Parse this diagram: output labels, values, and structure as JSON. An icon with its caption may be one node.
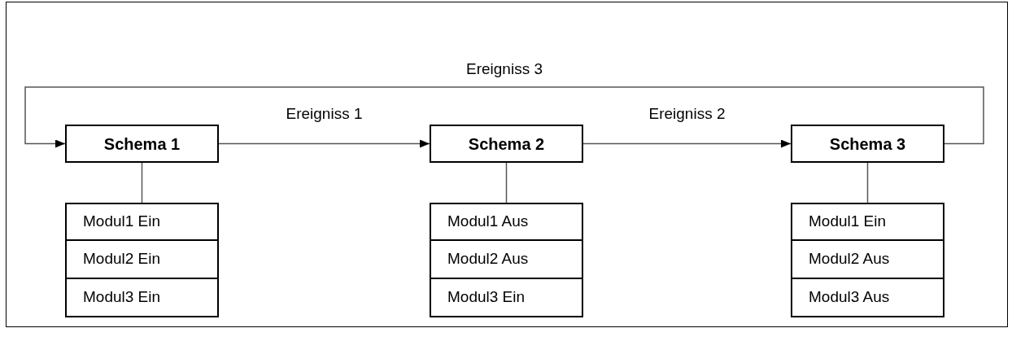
{
  "diagram": {
    "nodes": [
      {
        "text": [
          "Schema 1"
        ]
      },
      {
        "text": [
          "Modul1 Ein"
        ]
      },
      {
        "text": [
          "Modul2 Ein"
        ]
      },
      {
        "text": [
          "Modul3 Ein"
        ]
      },
      {
        "text": [
          "Schema 2"
        ]
      },
      {
        "text": [
          "Modul1 Aus"
        ]
      },
      {
        "text": [
          "Modul2 Aus"
        ]
      },
      {
        "text": [
          "Modul3 Ein"
        ]
      },
      {
        "text": [
          "Schema 3"
        ]
      },
      {
        "text": [
          "Modul1 Ein"
        ]
      },
      {
        "text": [
          "Modul2 Aus"
        ]
      },
      {
        "text": [
          "Modul3 Aus"
        ]
      }
    ],
    "edges": [
      {
        "from": 0,
        "to": 4,
        "arrow": "to",
        "label": "Ereigniss 1"
      },
      {
        "from": 4,
        "to": 8,
        "arrow": "to",
        "label": "Ereigniss 2"
      },
      {
        "from": 8,
        "to": 0,
        "arrow": "to",
        "label": "Ereigniss 3"
      },
      {
        "from": 0,
        "to": 1,
        "arrow": "none"
      },
      {
        "from": 4,
        "to": 5,
        "arrow": "none"
      },
      {
        "from": 8,
        "to": 9,
        "arrow": "none"
      }
    ]
  }
}
